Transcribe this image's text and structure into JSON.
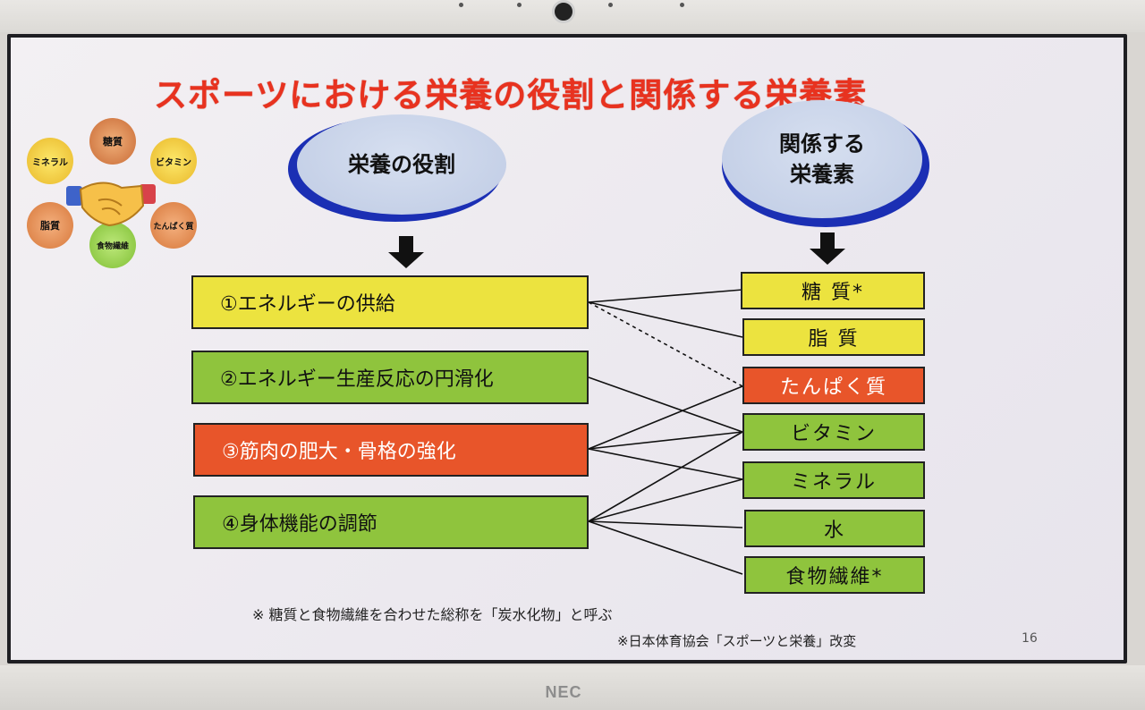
{
  "device": {
    "brand": "NEC"
  },
  "slide": {
    "title": "スポーツにおける栄養の役割と関係する栄養素",
    "left_header": "栄養の役割",
    "right_header_line1": "関係する",
    "right_header_line2": "栄養素",
    "roles": [
      {
        "label": "①エネルギーの供給",
        "color": "#ece33f"
      },
      {
        "label": "②エネルギー生産反応の円滑化",
        "color": "#8fc43d"
      },
      {
        "label": "③筋肉の肥大・骨格の強化",
        "color": "#e8552a"
      },
      {
        "label": "④身体機能の調節",
        "color": "#8fc43d"
      }
    ],
    "nutrients": [
      {
        "label": "糖 質*",
        "color": "#ece33f"
      },
      {
        "label": "脂 質",
        "color": "#ece33f"
      },
      {
        "label": "たんぱく質",
        "color": "#e8552a"
      },
      {
        "label": "ビタミン",
        "color": "#8fc43d"
      },
      {
        "label": "ミネラル",
        "color": "#8fc43d"
      },
      {
        "label": "水",
        "color": "#8fc43d"
      },
      {
        "label": "食物繊維*",
        "color": "#8fc43d"
      }
    ],
    "graphic_circles": [
      "糖質",
      "ビタミン",
      "たんぱく質",
      "食物繊維",
      "脂質",
      "ミネラル"
    ],
    "note": "※ 糖質と食物繊維を合わせた総称を「炭水化物」と呼ぶ",
    "source": "※日本体育協会「スポーツと栄養」改変",
    "page_number": "16"
  }
}
